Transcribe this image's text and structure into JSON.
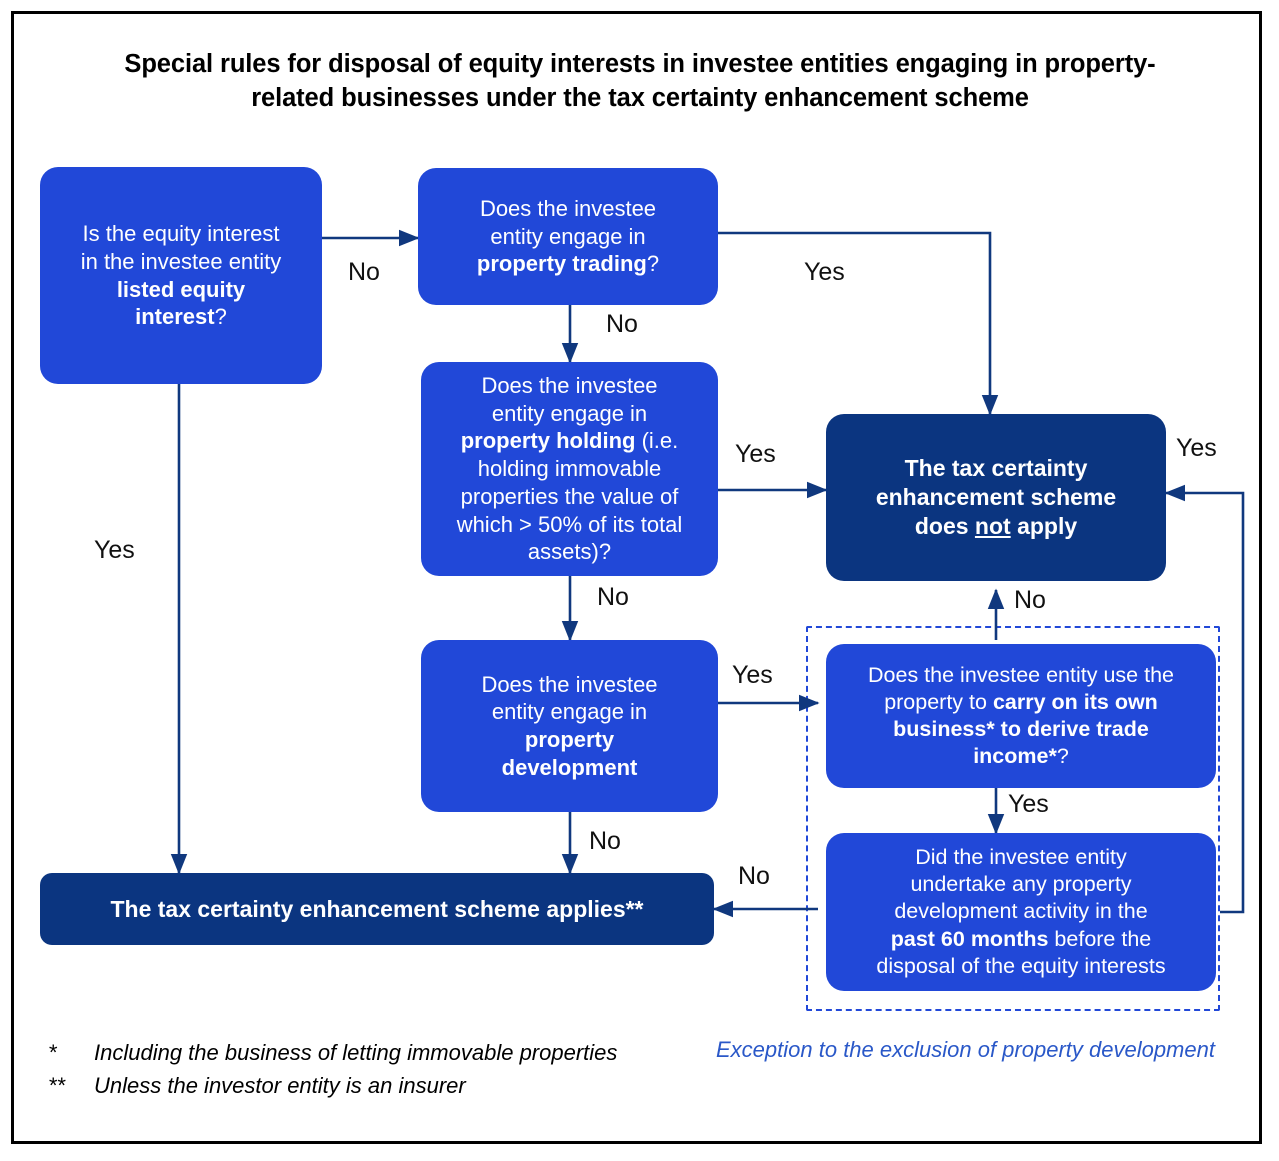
{
  "title": "Special rules for disposal of equity interests in investee entities engaging in property-related businesses under the tax certainty enhancement scheme",
  "colors": {
    "node_blue": "#2148d8",
    "node_navy": "#0b3580",
    "arrow": "#10387e",
    "dashed_border": "#2148d8",
    "legend_text": "#2a58c8",
    "frame_border": "#000000",
    "background": "#ffffff"
  },
  "nodes": {
    "listed_equity": {
      "id": "listed-equity-question",
      "style": "blue",
      "lines": [
        {
          "parts": [
            {
              "text": "Is the equity interest",
              "bold": false
            }
          ]
        },
        {
          "parts": [
            {
              "text": "in the investee entity",
              "bold": false
            }
          ]
        },
        {
          "parts": [
            {
              "text": "listed equity",
              "bold": true
            }
          ]
        },
        {
          "parts": [
            {
              "text": "interest",
              "bold": true
            },
            {
              "text": "?",
              "bold": false
            }
          ]
        }
      ]
    },
    "property_trading": {
      "id": "property-trading-question",
      "style": "blue",
      "lines": [
        {
          "parts": [
            {
              "text": "Does the investee",
              "bold": false
            }
          ]
        },
        {
          "parts": [
            {
              "text": "entity engage in",
              "bold": false
            }
          ]
        },
        {
          "parts": [
            {
              "text": "property trading",
              "bold": true
            },
            {
              "text": "?",
              "bold": false
            }
          ]
        }
      ]
    },
    "property_holding": {
      "id": "property-holding-question",
      "style": "blue",
      "lines": [
        {
          "parts": [
            {
              "text": "Does the investee",
              "bold": false
            }
          ]
        },
        {
          "parts": [
            {
              "text": "entity engage in",
              "bold": false
            }
          ]
        },
        {
          "parts": [
            {
              "text": "property holding",
              "bold": true
            },
            {
              "text": " (i.e.",
              "bold": false
            }
          ]
        },
        {
          "parts": [
            {
              "text": "holding immovable",
              "bold": false
            }
          ]
        },
        {
          "parts": [
            {
              "text": "properties the value of",
              "bold": false
            }
          ]
        },
        {
          "parts": [
            {
              "text": "which > 50% of its total",
              "bold": false
            }
          ]
        },
        {
          "parts": [
            {
              "text": "assets)?",
              "bold": false
            }
          ]
        }
      ]
    },
    "property_development": {
      "id": "property-development-question",
      "style": "blue",
      "lines": [
        {
          "parts": [
            {
              "text": "Does the investee",
              "bold": false
            }
          ]
        },
        {
          "parts": [
            {
              "text": "entity engage in",
              "bold": false
            }
          ]
        },
        {
          "parts": [
            {
              "text": "property",
              "bold": true
            }
          ]
        },
        {
          "parts": [
            {
              "text": "development",
              "bold": true
            }
          ]
        }
      ]
    },
    "own_business": {
      "id": "own-business-question",
      "style": "blue",
      "lines": [
        {
          "parts": [
            {
              "text": "Does the investee entity use the",
              "bold": false
            }
          ]
        },
        {
          "parts": [
            {
              "text": "property to ",
              "bold": false
            },
            {
              "text": "carry on its own",
              "bold": true
            }
          ]
        },
        {
          "parts": [
            {
              "text": "business* to derive trade",
              "bold": true
            }
          ]
        },
        {
          "parts": [
            {
              "text": "income*",
              "bold": true
            },
            {
              "text": "?",
              "bold": false
            }
          ]
        }
      ]
    },
    "past_60_months": {
      "id": "past-60-months-question",
      "style": "blue",
      "lines": [
        {
          "parts": [
            {
              "text": "Did the investee entity",
              "bold": false
            }
          ]
        },
        {
          "parts": [
            {
              "text": "undertake any property",
              "bold": false
            }
          ]
        },
        {
          "parts": [
            {
              "text": "development activity in the",
              "bold": false
            }
          ]
        },
        {
          "parts": [
            {
              "text": "past 60 months",
              "bold": true
            },
            {
              "text": " before the",
              "bold": false
            }
          ]
        },
        {
          "parts": [
            {
              "text": "disposal of the equity interests",
              "bold": false
            }
          ]
        }
      ]
    },
    "not_apply": {
      "id": "scheme-does-not-apply",
      "style": "navy",
      "lines": [
        {
          "parts": [
            {
              "text": "The tax certainty",
              "bold": true
            }
          ]
        },
        {
          "parts": [
            {
              "text": "enhancement scheme",
              "bold": true
            }
          ]
        },
        {
          "parts": [
            {
              "text": "does ",
              "bold": true
            },
            {
              "text": "not",
              "bold": true,
              "underline": true
            },
            {
              "text": " apply",
              "bold": true
            }
          ]
        }
      ]
    },
    "applies": {
      "id": "scheme-applies",
      "style": "navy",
      "lines": [
        {
          "parts": [
            {
              "text": "The tax certainty enhancement scheme applies**",
              "bold": true
            }
          ]
        }
      ]
    }
  },
  "edge_labels": [
    {
      "name": "edge-label-listed-equity-no",
      "text": "No"
    },
    {
      "name": "edge-label-listed-equity-yes",
      "text": "Yes"
    },
    {
      "name": "edge-label-property-trading-yes",
      "text": "Yes"
    },
    {
      "name": "edge-label-property-trading-no",
      "text": "No"
    },
    {
      "name": "edge-label-property-holding-yes",
      "text": "Yes"
    },
    {
      "name": "edge-label-property-holding-no",
      "text": "No"
    },
    {
      "name": "edge-label-property-development-yes",
      "text": "Yes"
    },
    {
      "name": "edge-label-property-development-no",
      "text": "No"
    },
    {
      "name": "edge-label-own-business-no",
      "text": "No"
    },
    {
      "name": "edge-label-own-business-yes",
      "text": "Yes"
    },
    {
      "name": "edge-label-past-60-months-no",
      "text": "No"
    },
    {
      "name": "edge-label-past-60-months-yes",
      "text": "Yes"
    }
  ],
  "footnotes": [
    {
      "marker": "*",
      "text": "Including the business of letting immovable properties"
    },
    {
      "marker": "**",
      "text": "Unless the investor entity is an insurer"
    }
  ],
  "legend": {
    "dashed_group_caption": "Exception to the exclusion of property development"
  }
}
